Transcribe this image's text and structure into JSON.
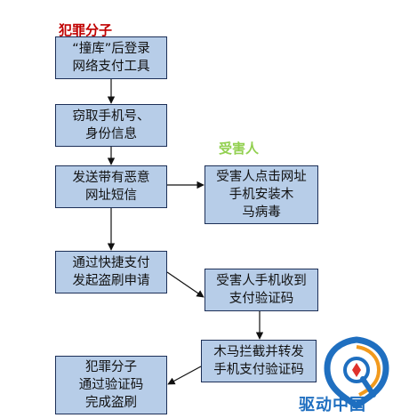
{
  "labels": {
    "criminal": "犯罪分子",
    "victim": "受害人"
  },
  "boxes": {
    "b1": [
      "“撞库”后登录",
      "网络支付工具"
    ],
    "b2": [
      "窃取手机号、",
      "身份信息"
    ],
    "b3": [
      "发送带有恶意",
      "网址短信"
    ],
    "b4": [
      "受害人点击网址",
      "手机安装木",
      "马病毒"
    ],
    "b5": [
      "通过快捷支付",
      "发起盗刷申请"
    ],
    "b6": [
      "受害人手机收到",
      "支付验证码"
    ],
    "b7": [
      "木马拦截并转发",
      "手机支付验证码"
    ],
    "b8": [
      "犯罪分子",
      "通过验证码",
      "完成盗刷"
    ]
  },
  "logo": {
    "text": "驱动中国",
    "icon": "q-shield-icon"
  },
  "colors": {
    "criminal_label": "#c00000",
    "victim_label": "#92d050",
    "box_fill": "#b7cde8",
    "box_border": "#1c2f57",
    "arrow": "#111111",
    "logo_blue": "#1f6fc0",
    "logo_red": "#e0322c",
    "logo_orange": "#f29a1d"
  }
}
